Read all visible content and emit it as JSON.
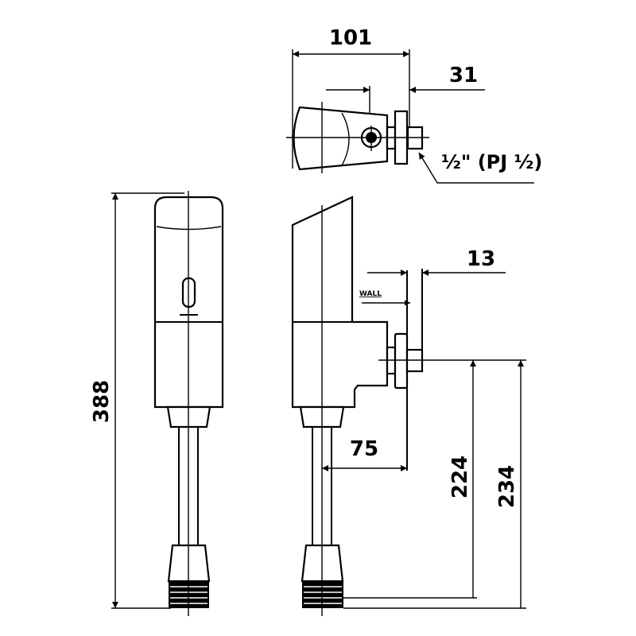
{
  "drawing": {
    "dimensions": {
      "top_width": "101",
      "top_offset": "31",
      "thread": "½\" (PJ ½)",
      "overall_height": "388",
      "wall_gap": "13",
      "wall_label": "WALL",
      "outlet_offset": "75",
      "height_outlet": "224",
      "height_inlet": "234"
    }
  }
}
